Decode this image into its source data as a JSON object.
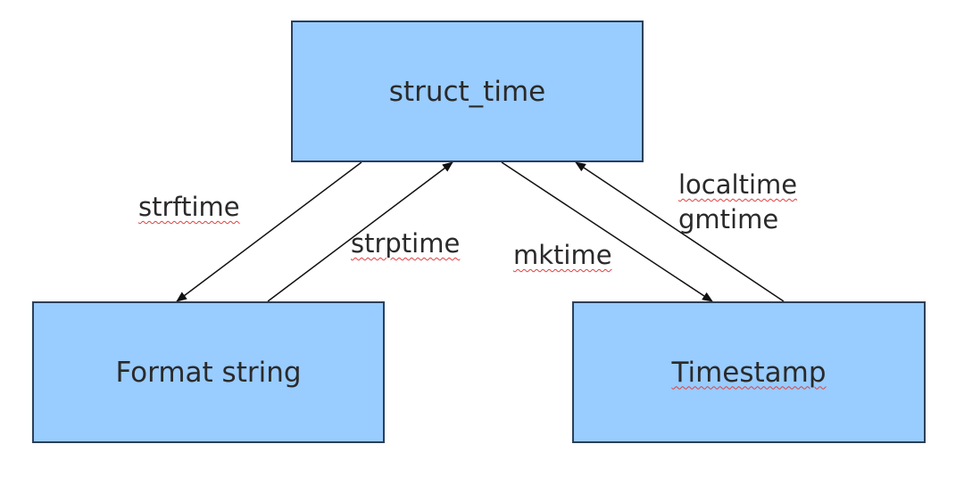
{
  "nodes": {
    "struct_time": "struct_time",
    "format_string": "Format string",
    "timestamp": "Timestamp"
  },
  "edges": {
    "strftime": "strftime",
    "strptime": "strptime",
    "mktime": "mktime",
    "localtime": "localtime",
    "gmtime": "gmtime"
  },
  "colors": {
    "node_fill": "#99ccff",
    "node_border": "#2b3f5a",
    "text": "#2a2a2a",
    "spellcheck_underline": "#e04040"
  }
}
